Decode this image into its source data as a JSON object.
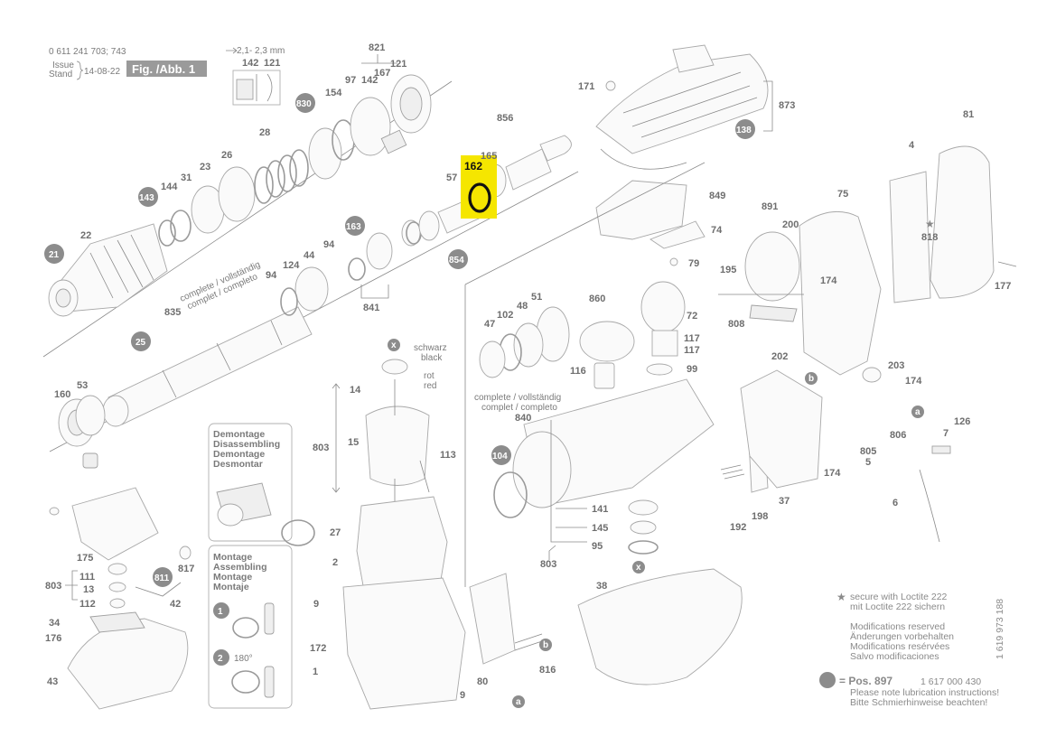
{
  "header": {
    "doc_number": "0 611 241 703; 743",
    "issue_label": "Issue",
    "stand_label": "Stand",
    "date": "14-08-22",
    "fig_label": "Fig. /Abb. 1",
    "gap_spec": "2,1- 2,3 mm"
  },
  "highlight": {
    "label": "162",
    "color": "#f5e600"
  },
  "bubble_color": "#8c8c8c",
  "side_code": "1 619 973 188",
  "labels": {
    "p821": "821",
    "p142a": "142",
    "p121a": "121",
    "p167": "167",
    "p121b": "121",
    "p97": "97",
    "p142b": "142",
    "p154": "154",
    "p28": "28",
    "p26": "26",
    "p23": "23",
    "p31": "31",
    "p144": "144",
    "p22": "22",
    "p856": "856",
    "p165": "165",
    "p57": "57",
    "p94a": "94",
    "p44": "44",
    "p124": "124",
    "p94b": "94",
    "p841": "841",
    "p835": "835",
    "p53": "53",
    "p160": "160",
    "p171": "171",
    "p873": "873",
    "p81": "81",
    "p4": "4",
    "p849": "849",
    "p74": "74",
    "p79": "79",
    "p75": "75",
    "p891": "891",
    "p200": "200",
    "p818": "818",
    "p195": "195",
    "p174a": "174",
    "p177": "177",
    "p808": "808",
    "p202": "202",
    "p203": "203",
    "p174b": "174",
    "p860": "860",
    "p72": "72",
    "p51": "51",
    "p48": "48",
    "p102": "102",
    "p47": "47",
    "p117a": "117",
    "p117b": "117",
    "p116": "116",
    "p99": "99",
    "p14": "14",
    "p15": "15",
    "p803a": "803",
    "p113": "113",
    "p840": "840",
    "p27": "27",
    "p2": "2",
    "p9a": "9",
    "p172": "172",
    "p1": "1",
    "p9b": "9",
    "p80": "80",
    "p816": "816",
    "p141": "141",
    "p145": "145",
    "p95": "95",
    "p803b": "803",
    "p38": "38",
    "p192": "192",
    "p198": "198",
    "p37": "37",
    "p174c": "174",
    "p806": "806",
    "p7": "7",
    "p126": "126",
    "p805": "805",
    "p5": "5",
    "p6": "6",
    "p175": "175",
    "p111": "111",
    "p13": "13",
    "p112": "112",
    "p803c": "803",
    "p817": "817",
    "p42": "42",
    "p34": "34",
    "p176": "176",
    "p43": "43"
  },
  "bubbles": {
    "b830": "830",
    "b143": "143",
    "b21": "21",
    "b163": "163",
    "b854": "854",
    "b25": "25",
    "b138": "138",
    "b104": "104",
    "b811": "811",
    "bx1": "x",
    "bx2": "x",
    "ba1": "a",
    "ba2": "a",
    "bb1": "b",
    "bb2": "b"
  },
  "complete_top": {
    "line1": "complete / vollständig",
    "line2": "complet / completo"
  },
  "complete_mid": {
    "line1": "complete / vollständig",
    "line2": "complet / completo"
  },
  "wire_colors": {
    "schwarz": "schwarz",
    "black": "black",
    "rot": "rot",
    "red": "red"
  },
  "demontage_box": {
    "l1": "Demontage",
    "l2": "Disassembling",
    "l3": "Demontage",
    "l4": "Desmontar"
  },
  "montage_box": {
    "l1": "Montage",
    "l2": "Assembling",
    "l3": "Montage",
    "l4": "Montaje",
    "step1": "1",
    "step2": "2",
    "angle": "180°"
  },
  "notes": {
    "loctite_1": "secure with Loctite 222",
    "loctite_2": "mit Loctite 222 sichern",
    "mod_1": "Modifications reserved",
    "mod_2": "Änderungen vorbehalten",
    "mod_3": "Modifications resérvées",
    "mod_4": "Salvo modificaciones",
    "pos_prefix": "= Pos. 897",
    "pos_code": "1 617 000 430",
    "lub_1": "Please note lubrication instructions!",
    "lub_2": "Bitte Schmierhinweise beachten!",
    "star": "★"
  }
}
